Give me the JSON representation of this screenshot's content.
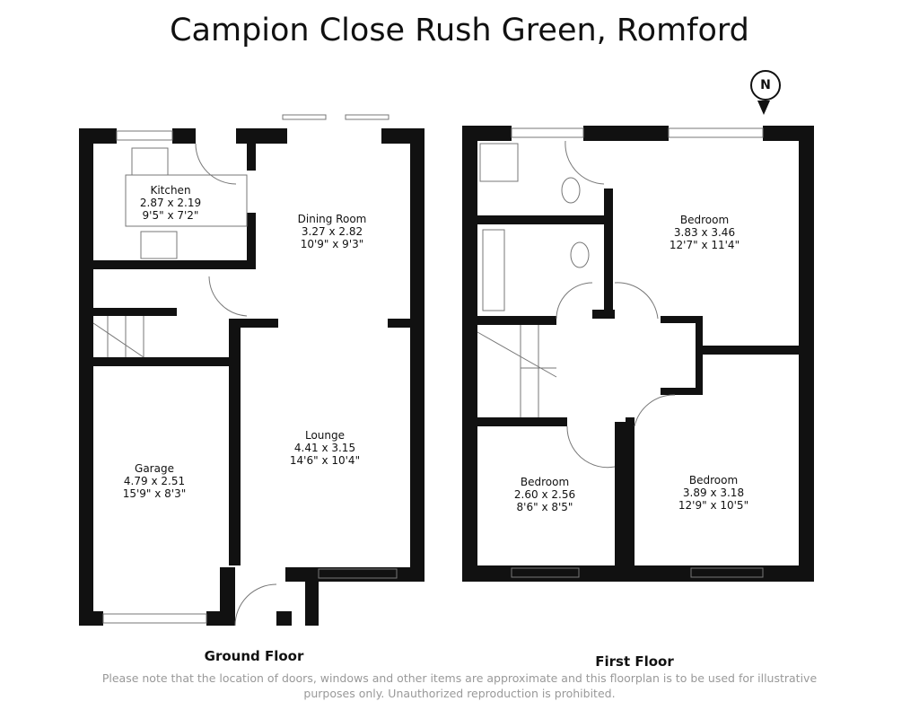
{
  "title": "Campion Close Rush Green, Romford",
  "compass": "N",
  "ground_floor": {
    "label": "Ground Floor",
    "rooms": [
      {
        "name": "Kitchen",
        "metric": "2.87 x 2.19",
        "imperial": "9'5\" x 7'2\""
      },
      {
        "name": "Dining Room",
        "metric": "3.27 x 2.82",
        "imperial": "10'9\" x 9'3\""
      },
      {
        "name": "Lounge",
        "metric": "4.41 x 3.15",
        "imperial": "14'6\" x 10'4\""
      },
      {
        "name": "Garage",
        "metric": "4.79 x 2.51",
        "imperial": "15'9\" x 8'3\""
      }
    ]
  },
  "first_floor": {
    "label": "First  Floor",
    "rooms": [
      {
        "name": "Bedroom",
        "metric": "3.83 x 3.46",
        "imperial": "12'7\" x 11'4\""
      },
      {
        "name": "Bedroom",
        "metric": "2.60 x 2.56",
        "imperial": "8'6\" x 8'5\""
      },
      {
        "name": "Bedroom",
        "metric": "3.89 x 3.18",
        "imperial": "12'9\" x 10'5\""
      }
    ]
  },
  "disclaimer": {
    "line1": "Please note that the location of doors, windows and other items are approximate and this floorplan is to be used for illustrative",
    "line2": "purposes only. Unauthorized reproduction is prohibited."
  }
}
